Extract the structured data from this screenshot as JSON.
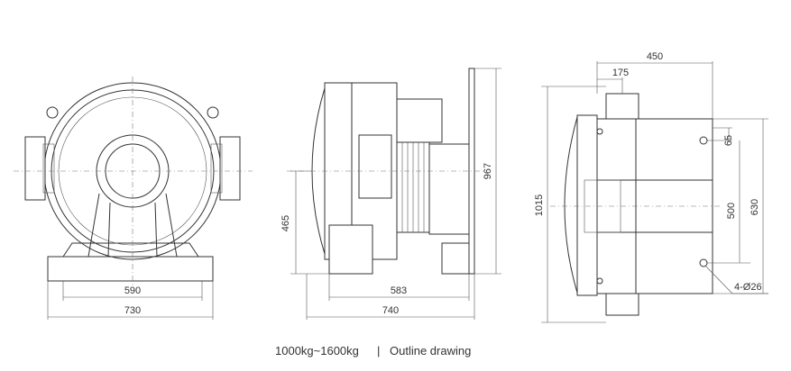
{
  "caption": {
    "weight_range": "1000kg~1600kg",
    "separator": "|",
    "title": "Outline drawing"
  },
  "front_view": {
    "dim_bolt_span": "590",
    "dim_base_width": "730"
  },
  "side_view": {
    "dim_shaft_height": "465",
    "dim_total_height": "967",
    "dim_bolt_span": "583",
    "dim_base_length": "740"
  },
  "rear_view": {
    "dim_top_width": "450",
    "dim_top_offset": "175",
    "dim_total_height": "1015",
    "dim_small_gap": "65",
    "dim_hole_pitch": "500",
    "dim_hole_span": "630",
    "hole_callout": "4-Ø26"
  },
  "colors": {
    "line": "#333333",
    "background": "#ffffff"
  }
}
